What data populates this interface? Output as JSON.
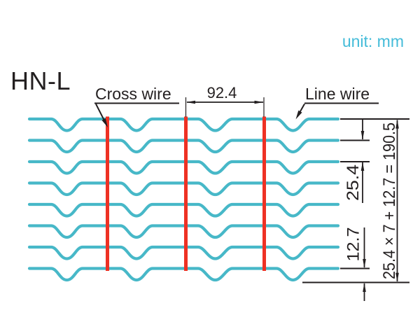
{
  "unit_label": "unit: mm",
  "title": "HN-L",
  "labels": {
    "cross_wire": "Cross wire",
    "line_wire": "Line wire"
  },
  "dimensions": {
    "cross_wire_pitch": "92.4",
    "line_wire_pitch": "25.4",
    "edge_offset": "12.7",
    "total_height": "25.4 × 7 + 12.7 = 190.5"
  },
  "structure": {
    "line_wire_count": 8,
    "cross_wire_count": 3,
    "crimps_per_line_wire": 4
  },
  "colors": {
    "line_wire": "#47b8c8",
    "cross_wire": "#ee3124",
    "dimension_ink": "#231f20",
    "unit_text": "#45bcd9",
    "background": "#ffffff"
  }
}
